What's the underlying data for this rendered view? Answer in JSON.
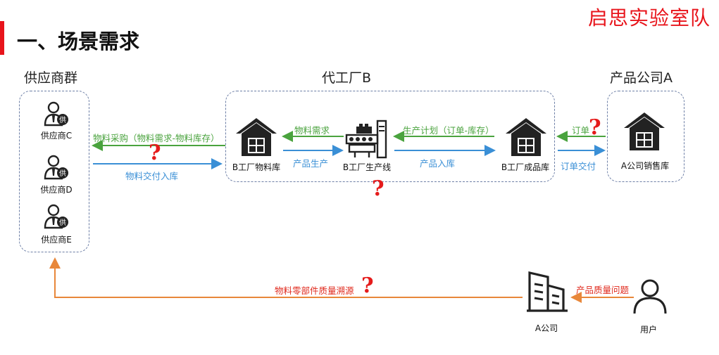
{
  "brand": "启思实验室队",
  "section_title": "一、场景需求",
  "groups": {
    "suppliers": "供应商群",
    "factory": "代工厂B",
    "company": "产品公司A"
  },
  "suppliers": [
    "供应商C",
    "供应商D",
    "供应商E"
  ],
  "supplier_badge": "供",
  "nodes": {
    "b_material": "B工厂物料库",
    "b_line": "B工厂生产线",
    "b_product": "B工厂成品库",
    "a_sales": "A公司销售库",
    "a_company": "A公司",
    "user": "用户"
  },
  "edges": {
    "material_purchase": "物料采购（物料需求-物料库存）",
    "material_delivery": "物料交付入库",
    "material_demand": "物料需求",
    "product_production": "产品生产",
    "production_plan": "生产计划（订单-库存）",
    "product_stock_in": "产品入库",
    "order": "订单",
    "order_delivery": "订单交付",
    "quality_issue": "产品质量问题",
    "quality_trace": "物料零部件质量溯源"
  },
  "question_mark": "?",
  "colors": {
    "brand_red": "#e8141b",
    "green": "#4aa33e",
    "blue": "#3a8fd6",
    "orange": "#e8873a",
    "dash": "#6d7fa6",
    "icon": "#222222"
  },
  "icons": [
    "supplier-person-icon",
    "warehouse-icon",
    "factory-icon",
    "office-building-icon",
    "user-icon"
  ]
}
